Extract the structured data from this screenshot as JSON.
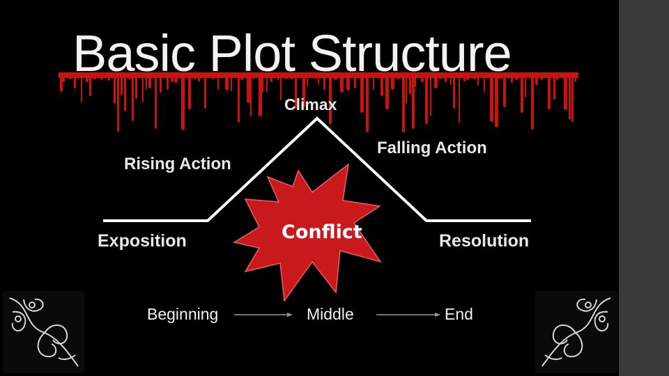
{
  "title": "Basic Plot Structure",
  "labels": {
    "climax": "Climax",
    "rising_action": "Rising Action",
    "falling_action": "Falling Action",
    "exposition": "Exposition",
    "conflict": "Conflict",
    "resolution": "Resolution"
  },
  "timeline": {
    "beginning": "Beginning",
    "middle": "Middle",
    "end": "End"
  },
  "colors": {
    "background": "#000000",
    "accent_red": "#cc1111",
    "burst_red": "#c8191c",
    "line": "#ffffff",
    "sidebar": "#3a3a3a"
  },
  "icons": {
    "decoration_left": "floral-ornament-icon",
    "decoration_right": "floral-ornament-icon",
    "conflict_shape": "starburst-icon"
  }
}
